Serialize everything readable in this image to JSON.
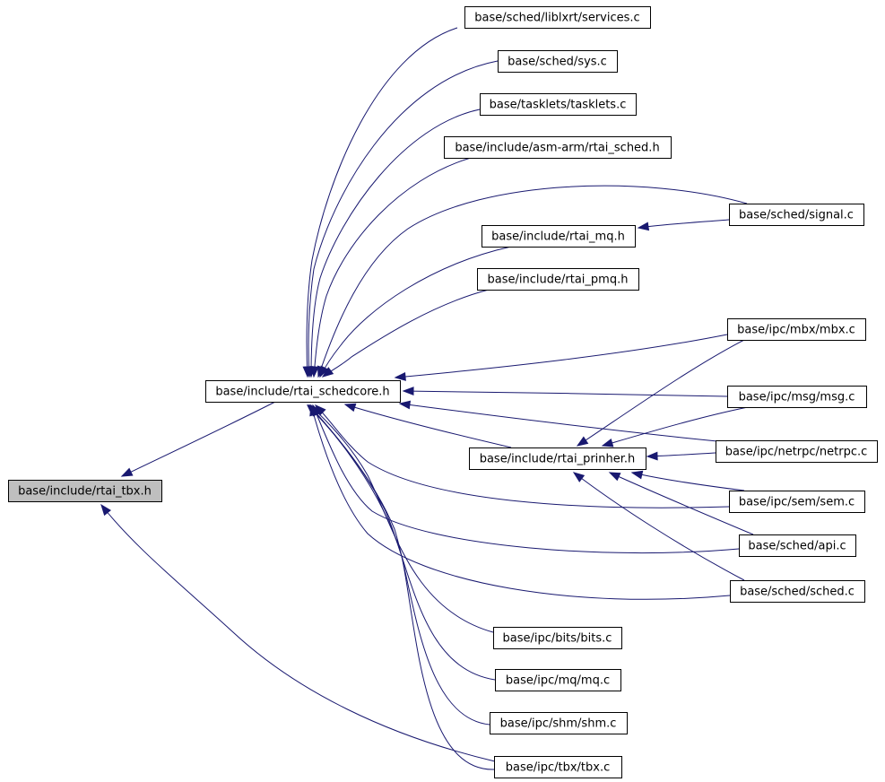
{
  "diagram": {
    "type": "include dependency graph",
    "colors": {
      "edge": "#191970",
      "node_border": "#000000",
      "node_fill": "#ffffff",
      "root_fill": "#bfbfbf"
    },
    "nodes": [
      {
        "id": "rtai_tbx",
        "label": "base/include/rtai_tbx.h",
        "root": true
      },
      {
        "id": "rtai_schedcore",
        "label": "base/include/rtai_schedcore.h"
      },
      {
        "id": "services",
        "label": "base/sched/liblxrt/services.c"
      },
      {
        "id": "sys",
        "label": "base/sched/sys.c"
      },
      {
        "id": "tasklets",
        "label": "base/tasklets/tasklets.c"
      },
      {
        "id": "asm_arm_sched",
        "label": "base/include/asm-arm/rtai_sched.h"
      },
      {
        "id": "signal",
        "label": "base/sched/signal.c"
      },
      {
        "id": "rtai_mq",
        "label": "base/include/rtai_mq.h"
      },
      {
        "id": "rtai_pmq",
        "label": "base/include/rtai_pmq.h"
      },
      {
        "id": "mbx",
        "label": "base/ipc/mbx/mbx.c"
      },
      {
        "id": "msg",
        "label": "base/ipc/msg/msg.c"
      },
      {
        "id": "netrpc",
        "label": "base/ipc/netrpc/netrpc.c"
      },
      {
        "id": "rtai_prinher",
        "label": "base/include/rtai_prinher.h"
      },
      {
        "id": "sem",
        "label": "base/ipc/sem/sem.c"
      },
      {
        "id": "api",
        "label": "base/sched/api.c"
      },
      {
        "id": "sched",
        "label": "base/sched/sched.c"
      },
      {
        "id": "bits",
        "label": "base/ipc/bits/bits.c"
      },
      {
        "id": "mq",
        "label": "base/ipc/mq/mq.c"
      },
      {
        "id": "shm",
        "label": "base/ipc/shm/shm.c"
      },
      {
        "id": "tbx",
        "label": "base/ipc/tbx/tbx.c"
      }
    ],
    "edges": [
      {
        "from": "rtai_schedcore",
        "to": "rtai_tbx"
      },
      {
        "from": "tbx",
        "to": "rtai_tbx"
      },
      {
        "from": "services",
        "to": "rtai_schedcore"
      },
      {
        "from": "sys",
        "to": "rtai_schedcore"
      },
      {
        "from": "tasklets",
        "to": "rtai_schedcore"
      },
      {
        "from": "asm_arm_sched",
        "to": "rtai_schedcore"
      },
      {
        "from": "signal",
        "to": "rtai_schedcore"
      },
      {
        "from": "rtai_mq",
        "to": "rtai_schedcore"
      },
      {
        "from": "rtai_pmq",
        "to": "rtai_schedcore"
      },
      {
        "from": "mbx",
        "to": "rtai_schedcore"
      },
      {
        "from": "msg",
        "to": "rtai_schedcore"
      },
      {
        "from": "netrpc",
        "to": "rtai_schedcore"
      },
      {
        "from": "rtai_prinher",
        "to": "rtai_schedcore"
      },
      {
        "from": "sem",
        "to": "rtai_schedcore"
      },
      {
        "from": "api",
        "to": "rtai_schedcore"
      },
      {
        "from": "sched",
        "to": "rtai_schedcore"
      },
      {
        "from": "bits",
        "to": "rtai_schedcore"
      },
      {
        "from": "mq",
        "to": "rtai_schedcore"
      },
      {
        "from": "shm",
        "to": "rtai_schedcore"
      },
      {
        "from": "tbx",
        "to": "rtai_schedcore"
      },
      {
        "from": "signal",
        "to": "rtai_mq"
      },
      {
        "from": "mbx",
        "to": "rtai_prinher"
      },
      {
        "from": "msg",
        "to": "rtai_prinher"
      },
      {
        "from": "netrpc",
        "to": "rtai_prinher"
      },
      {
        "from": "sem",
        "to": "rtai_prinher"
      },
      {
        "from": "api",
        "to": "rtai_prinher"
      },
      {
        "from": "sched",
        "to": "rtai_prinher"
      }
    ]
  }
}
